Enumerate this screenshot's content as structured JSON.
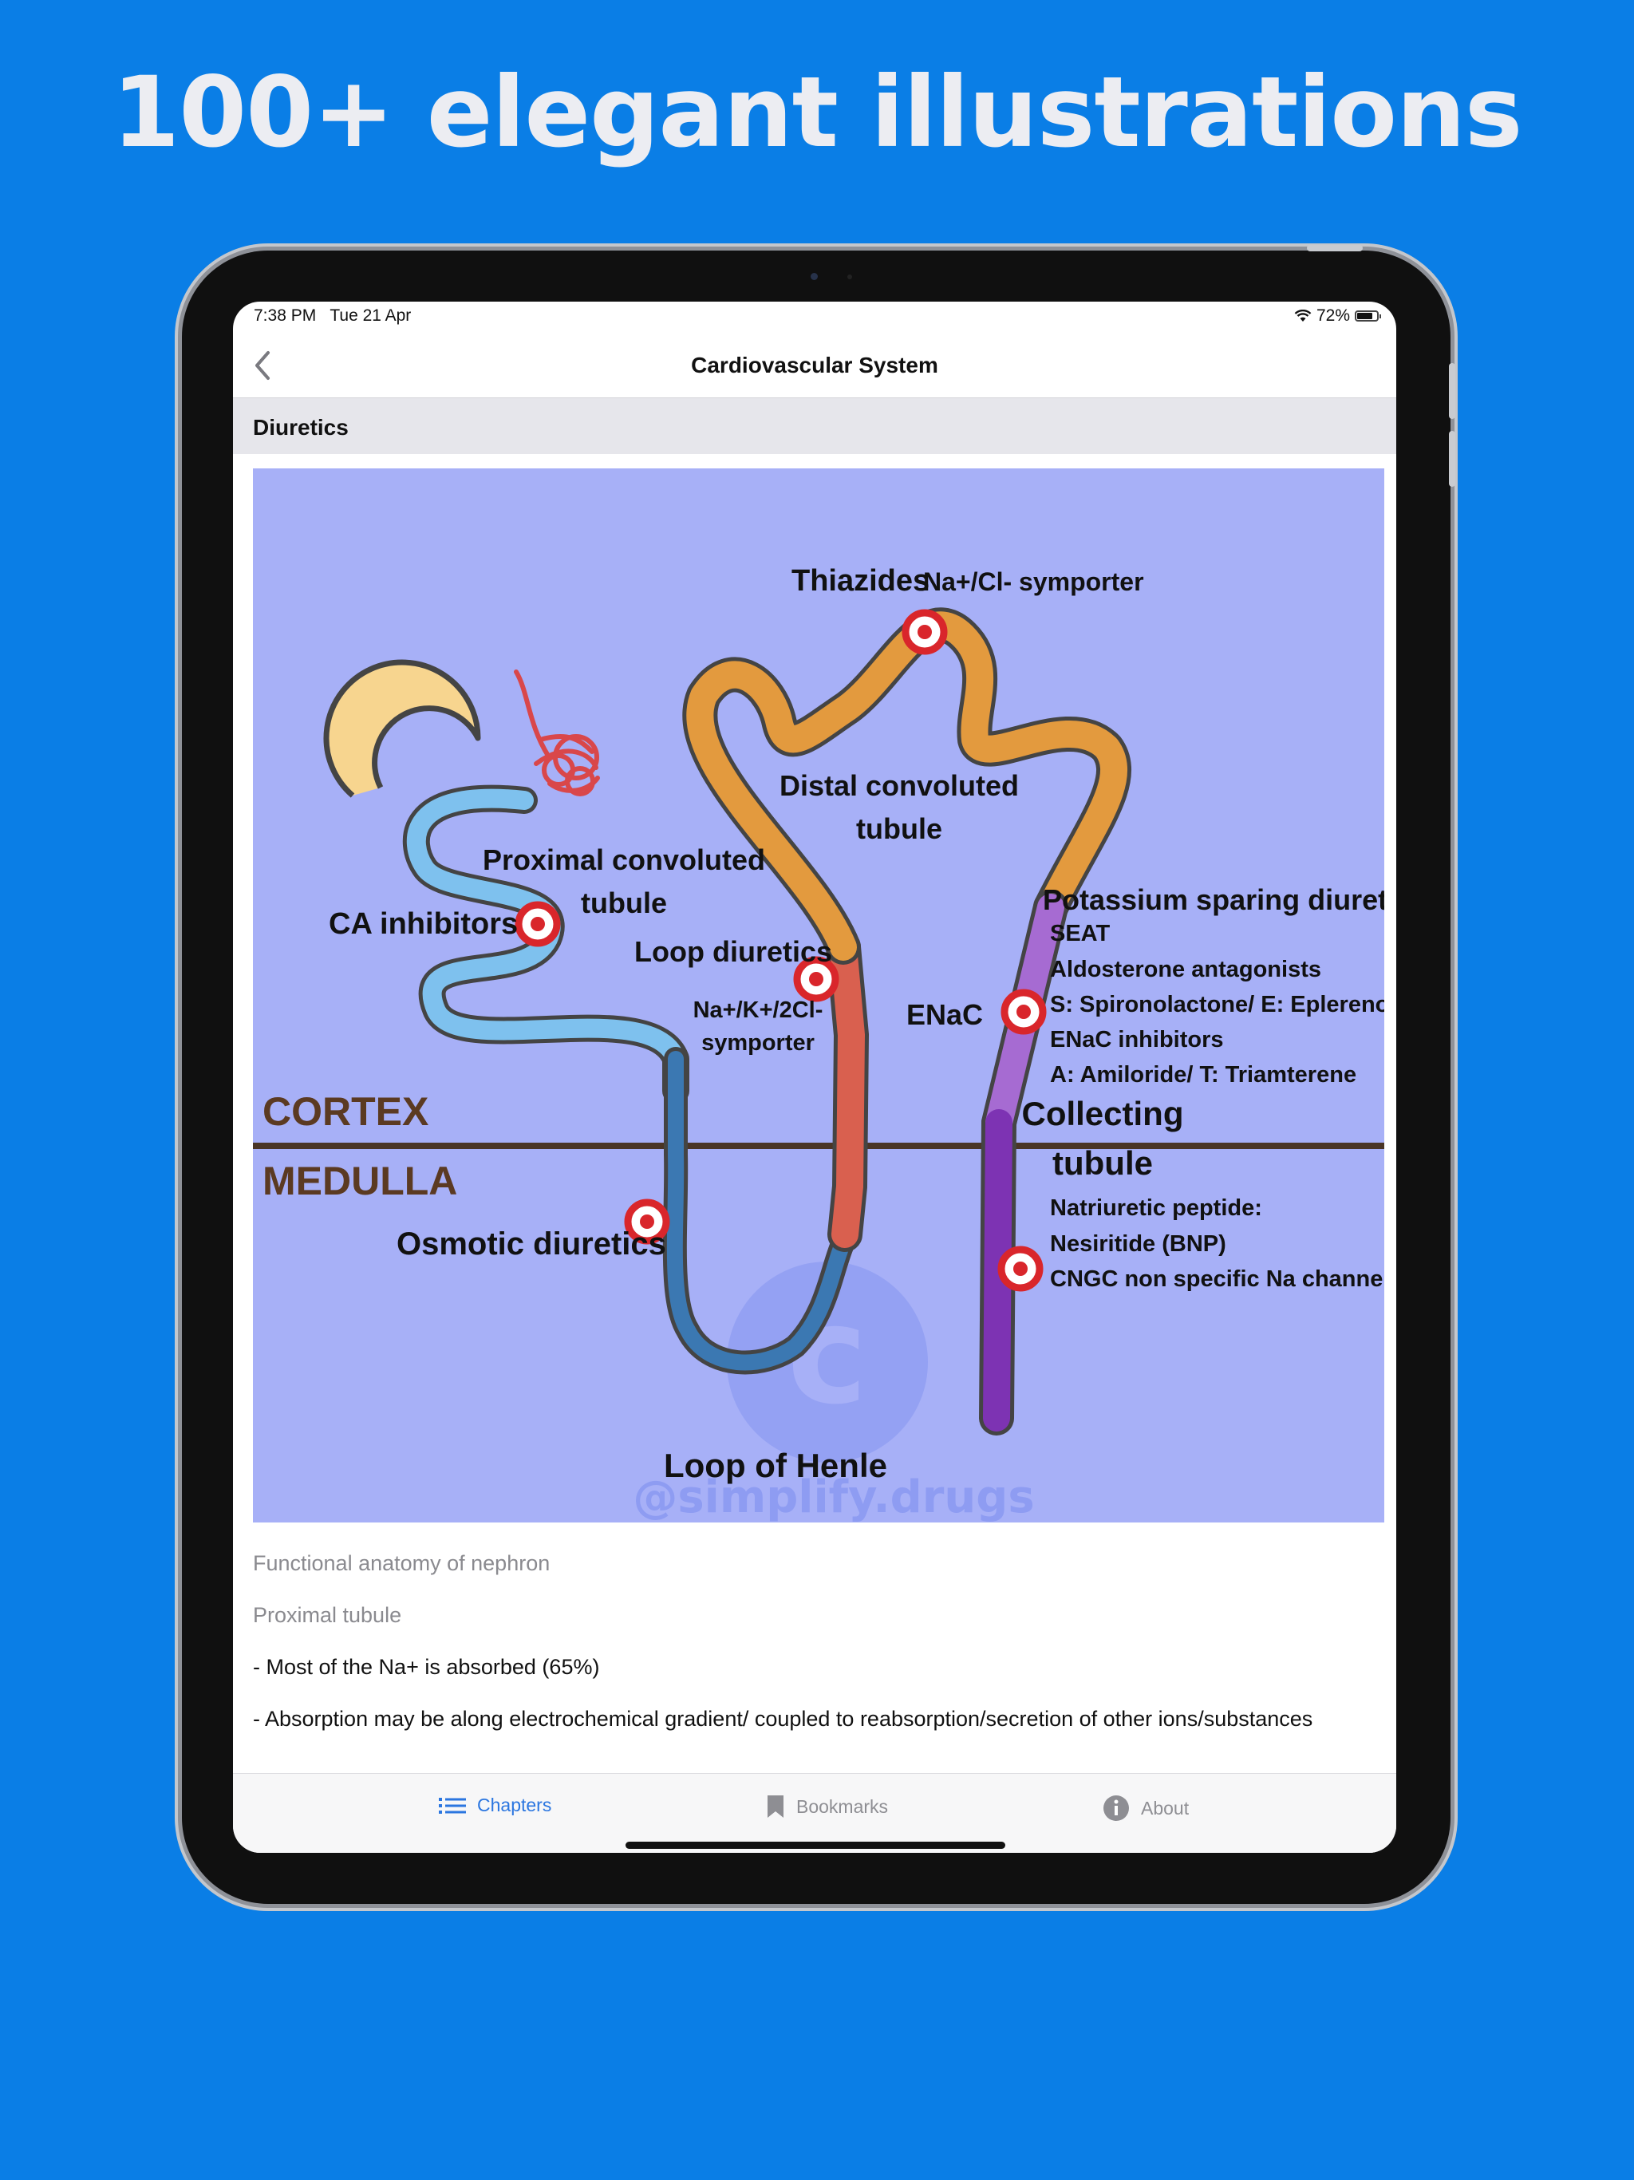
{
  "headline": "100+ elegant illustrations",
  "status_bar": {
    "time": "7:38 PM",
    "date": "Tue 21 Apr",
    "battery": "72%"
  },
  "nav": {
    "title": "Cardiovascular System"
  },
  "section": {
    "title": "Diuretics"
  },
  "figure": {
    "title": "DIURETICS: SITE OF ACTION",
    "labels": {
      "thiazides": "Thiazides",
      "symporter_nacl": "Na+/Cl- symporter",
      "dct_1": "Distal convoluted",
      "dct_2": "tubule",
      "pct_1": "Proximal convoluted",
      "pct_2": "tubule",
      "ca_inhibitors": "CA inhibitors",
      "loop_diuretics": "Loop diuretics",
      "nkcc_1": "Na+/K+/2Cl-",
      "nkcc_2": "symporter",
      "enac": "ENaC",
      "k_sparing": "Potassium sparing diuretics",
      "seat": "SEAT",
      "aldo": "Aldosterone antagonists",
      "spiro": "S: Spironolactone/ E: Eplerenone",
      "enac_inh": "ENaC inhibitors",
      "amiloride": "A: Amiloride/ T: Triamterene",
      "collecting_1": "Collecting",
      "collecting_2": "tubule",
      "cortex": "CORTEX",
      "medulla": "MEDULLA",
      "osmotic": "Osmotic diuretics",
      "natriuretic": "Natriuretic peptide:",
      "nesiritide": "Nesiritide (BNP)",
      "cngc": "CNGC non specific Na channel",
      "loop_henle": "Loop of Henle",
      "watermark_letter": "c",
      "watermark": "@simplify.drugs"
    },
    "colors": {
      "background": "#a7b0f7",
      "pct": "#7ec1ee",
      "pct_lower": "#3f7fb6",
      "loop": "#3b78b2",
      "ascending": "#d9604f",
      "dct": "#e39a3e",
      "collecting_upper": "#a66bd2",
      "collecting_lower": "#7d33b3",
      "glomerulus": "#d9474a",
      "capsule": "#f7d58f",
      "cortex_text": "#5b3a22",
      "target": "#d9262b"
    }
  },
  "content": {
    "caption_1": "Functional anatomy of nephron",
    "caption_2": "Proximal tubule",
    "bullet_1": "- Most of the Na+ is absorbed (65%)",
    "bullet_2": "- Absorption may be along electrochemical gradient/ coupled to reabsorption/secretion of other ions/substances"
  },
  "tabs": [
    {
      "label": "Chapters",
      "icon": "list-icon",
      "active": true
    },
    {
      "label": "Bookmarks",
      "icon": "bookmark-icon",
      "active": false
    },
    {
      "label": "About",
      "icon": "info-icon",
      "active": false
    }
  ]
}
